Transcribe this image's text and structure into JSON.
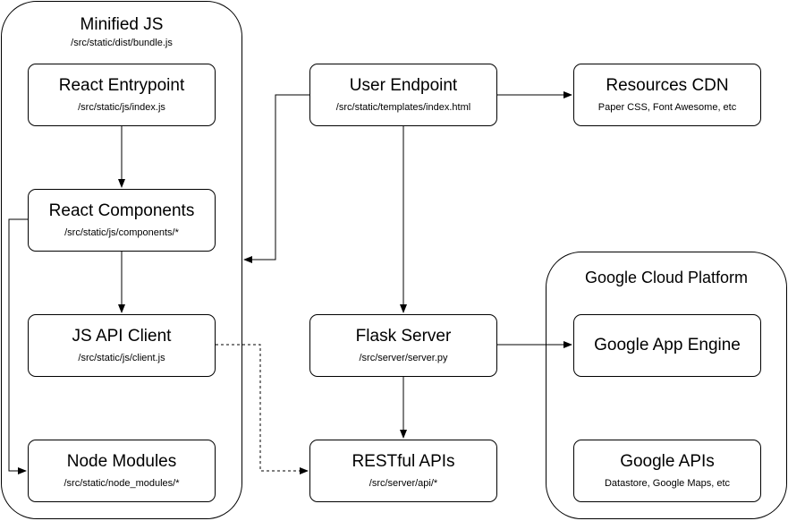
{
  "groups": {
    "minified": {
      "title": "Minified JS",
      "subtitle": "/src/static/dist/bundle.js"
    },
    "gcp": {
      "title": "Google Cloud Platform"
    }
  },
  "nodes": {
    "react_entry": {
      "title": "React Entrypoint",
      "subtitle": "/src/static/js/index.js"
    },
    "react_components": {
      "title": "React Components",
      "subtitle": "/src/static/js/components/*"
    },
    "js_api_client": {
      "title": "JS API Client",
      "subtitle": "/src/static/js/client.js"
    },
    "node_modules": {
      "title": "Node Modules",
      "subtitle": "/src/static/node_modules/*"
    },
    "user_endpoint": {
      "title": "User Endpoint",
      "subtitle": "/src/static/templates/index.html"
    },
    "resources_cdn": {
      "title": "Resources CDN",
      "subtitle": "Paper CSS, Font Awesome, etc"
    },
    "flask_server": {
      "title": "Flask Server",
      "subtitle": "/src/server/server.py"
    },
    "restful_apis": {
      "title": "RESTful APIs",
      "subtitle": "/src/server/api/*"
    },
    "google_app_engine": {
      "title": "Google App Engine"
    },
    "google_apis": {
      "title": "Google APIs",
      "subtitle": "Datastore, Google Maps, etc"
    }
  }
}
